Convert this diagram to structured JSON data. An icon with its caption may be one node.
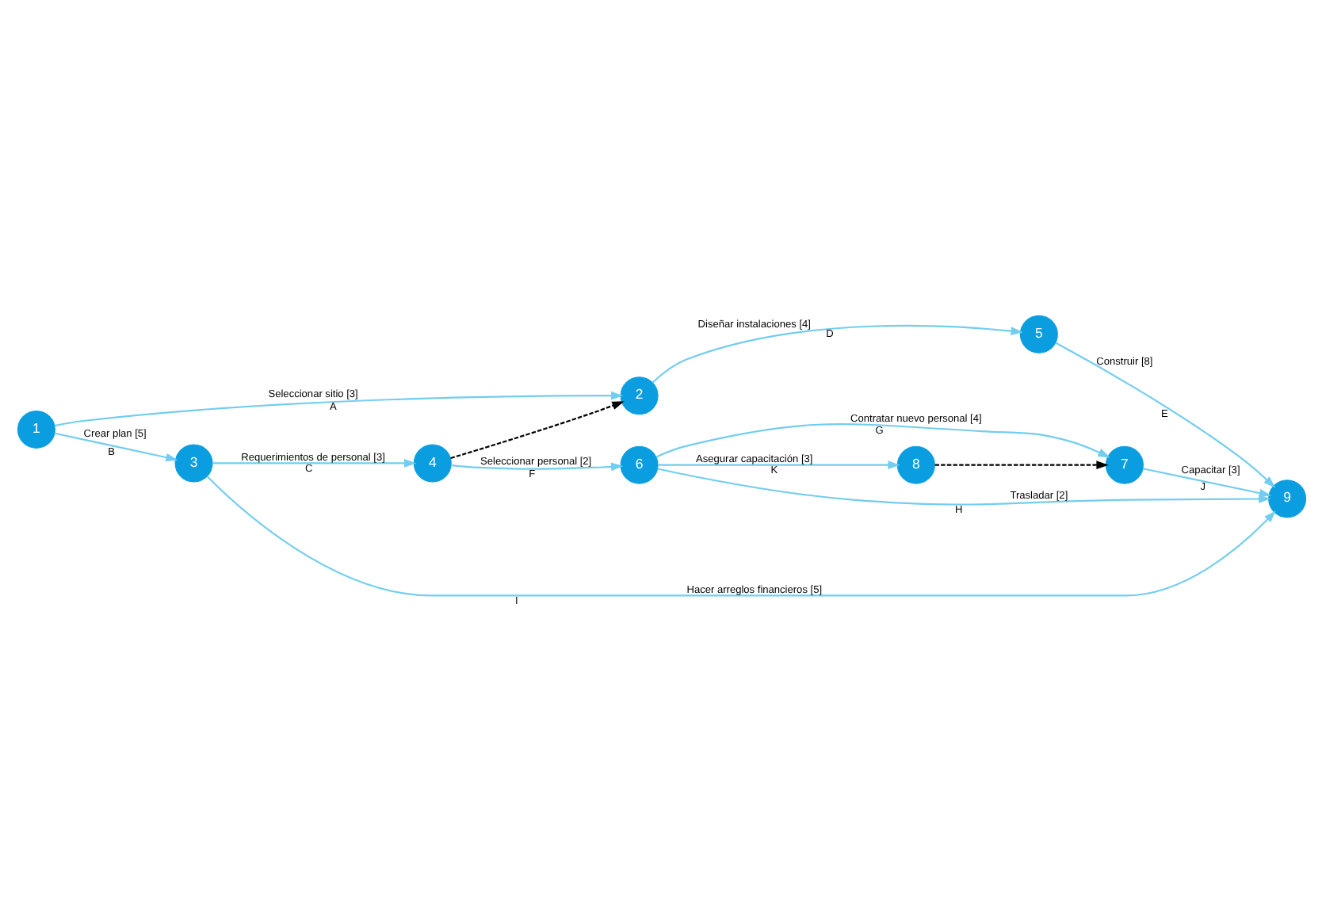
{
  "diagram": {
    "nodes": [
      {
        "text": [
          "1"
        ]
      },
      {
        "text": [
          "2"
        ]
      },
      {
        "text": [
          "3"
        ]
      },
      {
        "text": [
          "4"
        ]
      },
      {
        "text": [
          "5"
        ]
      },
      {
        "text": [
          "6"
        ]
      },
      {
        "text": [
          "7"
        ]
      },
      {
        "text": [
          "8"
        ]
      },
      {
        "text": [
          "9"
        ]
      }
    ],
    "edges": [
      {
        "from": 0,
        "to": 1,
        "arrow": "to",
        "label": "Seleccionar sitio [3]"
      },
      {
        "from": 0,
        "to": 2,
        "arrow": "to",
        "label": "Crear plan [5]"
      },
      {
        "from": 2,
        "to": 3,
        "arrow": "to",
        "label": "Requerimientos de personal [3]"
      },
      {
        "from": 1,
        "to": 4,
        "arrow": "to",
        "label": "Diseñar instalaciones [4]"
      },
      {
        "from": 4,
        "to": 8,
        "arrow": "to",
        "label": "Construir [8]"
      },
      {
        "from": 3,
        "to": 5,
        "arrow": "to",
        "label": "Seleccionar personal [2]"
      },
      {
        "from": 5,
        "to": 6,
        "arrow": "to",
        "label": "Contratar nuevo personal [4]"
      },
      {
        "from": 5,
        "to": 8,
        "arrow": "to",
        "label": "Trasladar [2]"
      },
      {
        "from": 2,
        "to": 8,
        "arrow": "to",
        "label": "Hacer arreglos financieros [5]"
      },
      {
        "from": 6,
        "to": 8,
        "arrow": "to",
        "label": "Capacitar [3]"
      },
      {
        "from": 5,
        "to": 7,
        "arrow": "to",
        "label": "Asegurar capacitación [3]"
      },
      {
        "from": 3,
        "to": 1,
        "arrow": "to",
        "style": "dashed",
        "color": "#000000"
      },
      {
        "from": 7,
        "to": 6,
        "arrow": "to",
        "style": "dashed",
        "color": "#000000"
      }
    ],
    "labels": [
      "A",
      "B",
      "C",
      "D",
      "E",
      "F",
      "G",
      "H",
      "I",
      "J",
      "K"
    ]
  }
}
